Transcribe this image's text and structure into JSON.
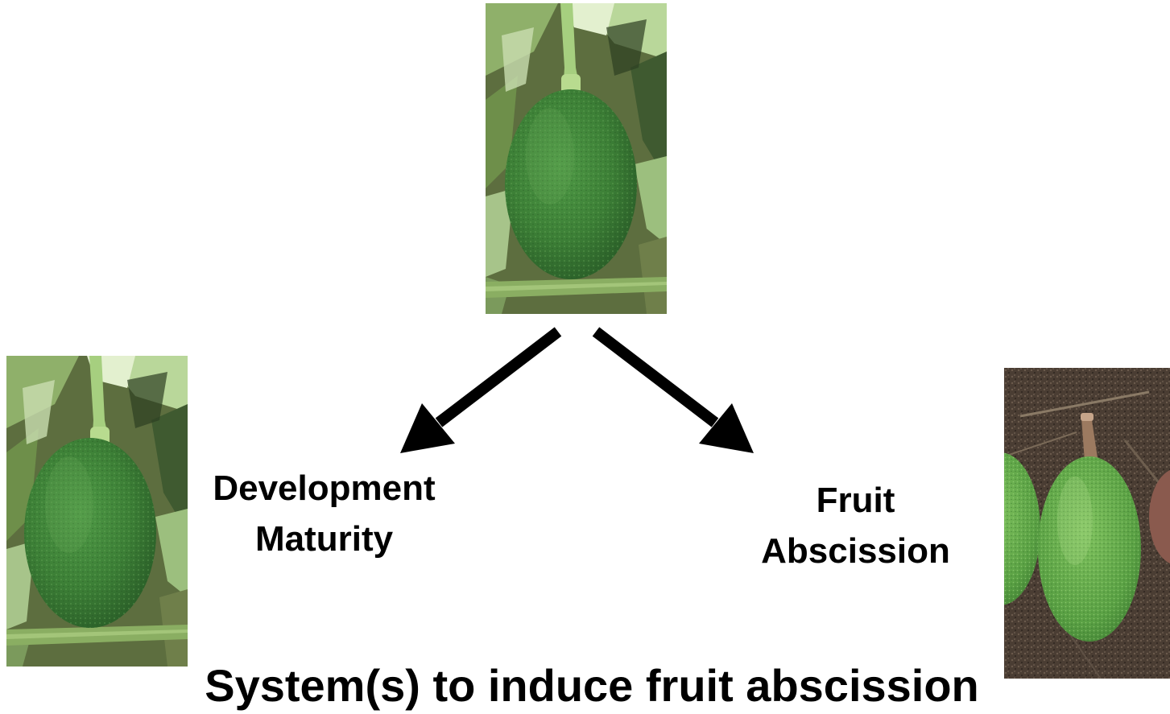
{
  "diagram": {
    "title": "System(s) to induce fruit abscission",
    "left_branch": {
      "line1": "Development",
      "line2": "Maturity"
    },
    "right_branch": {
      "line1": "Fruit",
      "line2": "Abscission"
    },
    "images": [
      {
        "name": "avocado-on-branch-top",
        "depicts": "green avocado hanging on branch"
      },
      {
        "name": "avocado-on-branch-left",
        "depicts": "green avocado hanging on branch"
      },
      {
        "name": "avocado-on-ground-right",
        "depicts": "abscised green avocado lying on soil"
      }
    ],
    "colors": {
      "arrow": "#000000",
      "leaf_light": "#cfe6b3",
      "fruit_green": "#3f8a3a",
      "soil": "#4a3d33"
    }
  }
}
